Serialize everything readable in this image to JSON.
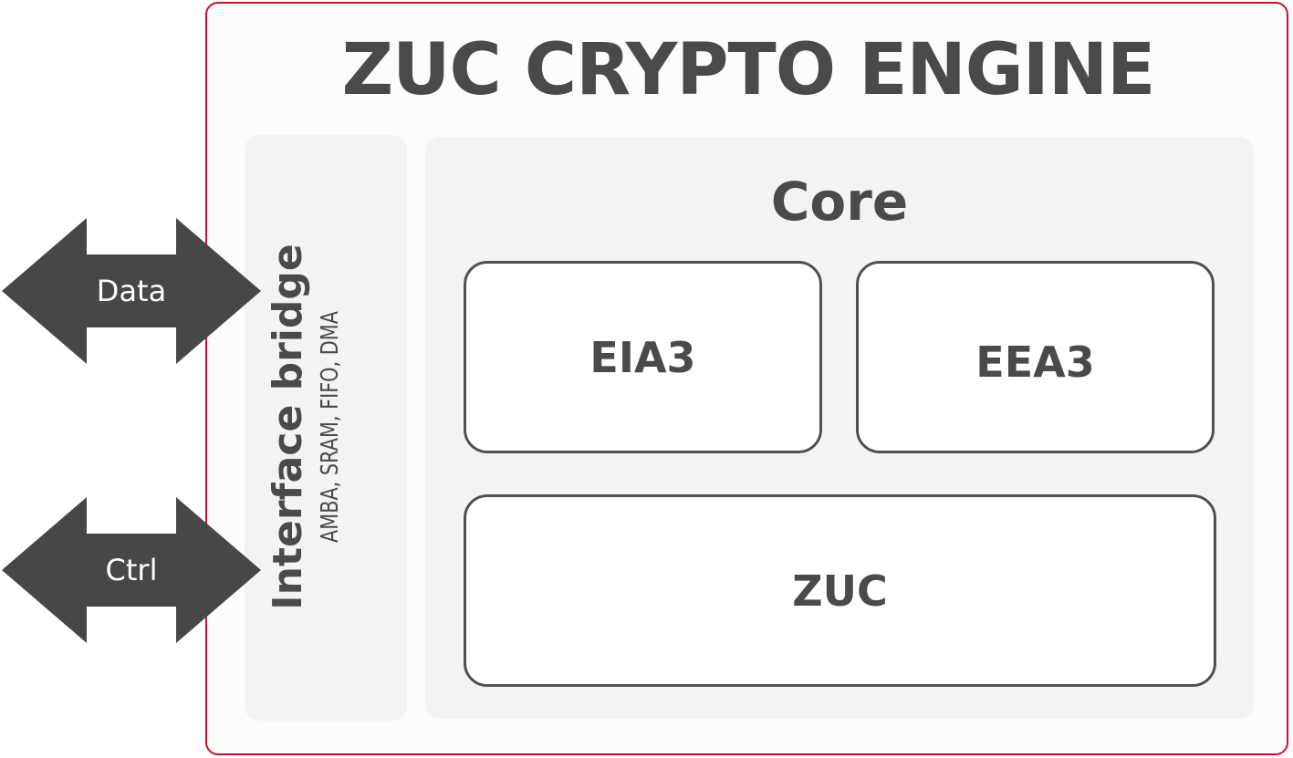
{
  "title": "ZUC CRYPTO ENGINE",
  "interface_bridge": {
    "label": "Interface bridge",
    "sublabel": "AMBA, SRAM, FIFO, DMA"
  },
  "core": {
    "label": "Core",
    "blocks": {
      "eia3": "EIA3",
      "eea3": "EEA3",
      "zuc": "ZUC"
    }
  },
  "arrows": {
    "data": "Data",
    "ctrl": "Ctrl"
  },
  "colors": {
    "frame_border": "#c8102e",
    "text": "#4a4a4a",
    "panel": "#f3f3f3",
    "arrow": "#474747"
  }
}
